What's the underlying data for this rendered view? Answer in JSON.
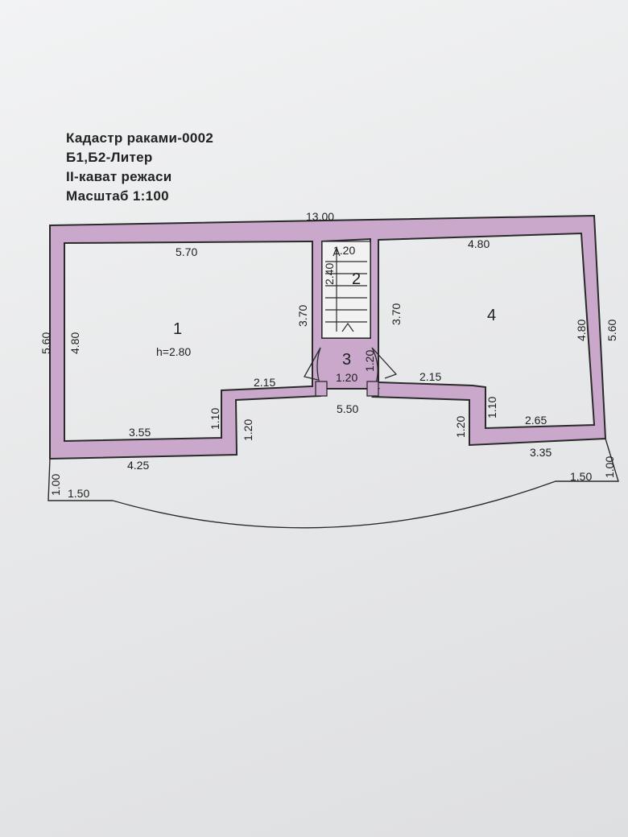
{
  "header": {
    "cadastre": "Кадастр раками-0002",
    "liter": "Б1,Б2-Литер",
    "floor_plan": "II-кават режаси",
    "scale": "Масштаб 1:100"
  },
  "rooms": {
    "r1": "1",
    "r1_height": "h=2.80",
    "r2": "2",
    "r3": "3",
    "r4": "4"
  },
  "dimensions": {
    "top_total": "13.00",
    "room1_top": "5.70",
    "room4_top": "4.80",
    "stair_width": "1.20",
    "stair_length": "2.40",
    "left_outer": "5.60",
    "left_inner": "4.80",
    "right_outer": "5.60",
    "right_inner": "4.80",
    "stair_left": "3.70",
    "stair_right": "3.70",
    "hall_depth": "1.20",
    "hall_width": "1.20",
    "left_step_top": "2.15",
    "right_step_top": "2.15",
    "front_total": "5.50",
    "left_step_1": "1.10",
    "left_step_2": "1.20",
    "right_step_1": "1.10",
    "right_step_2": "1.20",
    "room1_bottom": "3.55",
    "left_bottom_outer": "4.25",
    "room4_bottom": "2.65",
    "right_bottom_outer": "3.35",
    "balcony_left_depth": "1.00",
    "balcony_right_depth": "1.00",
    "balcony_left_width": "1.50",
    "balcony_right_width": "1.50"
  },
  "colors": {
    "wall_fill": "#c9a8cc",
    "line": "#2a2a2a"
  }
}
